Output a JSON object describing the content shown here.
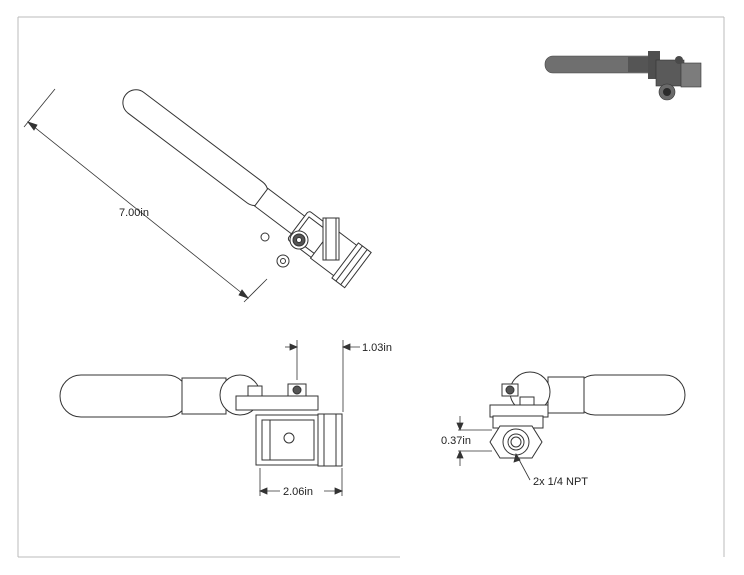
{
  "dimensions": {
    "length_label": "7.00in",
    "offset_label": "1.03in",
    "width_label": "2.06in",
    "height_label": "0.37in",
    "port_label": "2x 1/4 NPT"
  },
  "colors": {
    "line": "#333333",
    "handle": "#6f6f6f",
    "body": "#7a7a7a"
  },
  "icons": {
    "iso_preview": "valve-isometric-icon"
  }
}
